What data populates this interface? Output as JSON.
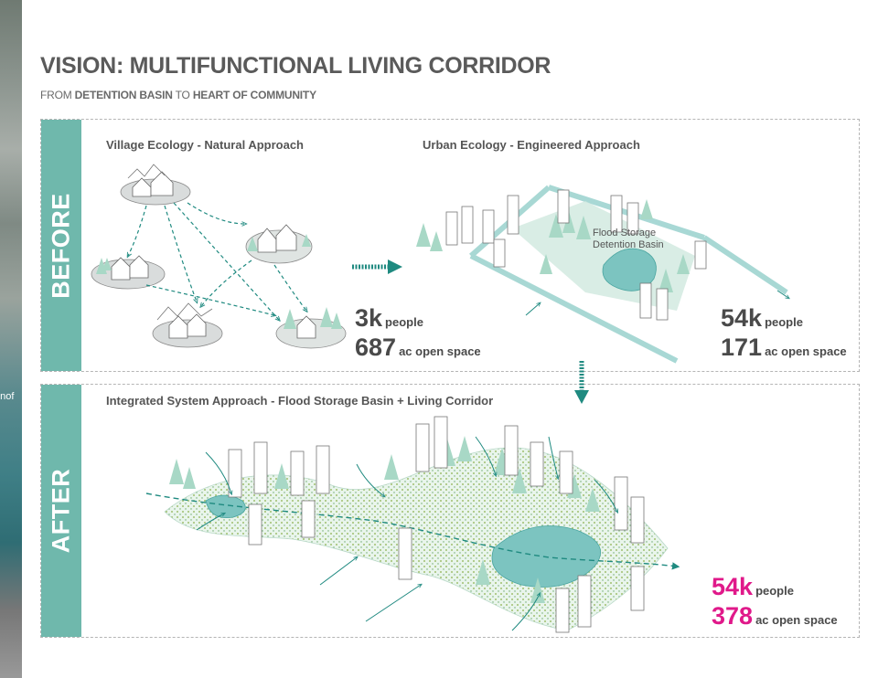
{
  "title": "VISION: MULTIFUNCTIONAL LIVING CORRIDOR",
  "subtitle": {
    "prefix": "FROM",
    "from_bold": "DETENTION BASIN",
    "middle": "TO",
    "to_bold": "HEART OF COMMUNITY"
  },
  "side_strip": {
    "text": "unof"
  },
  "before": {
    "label": "BEFORE",
    "village": {
      "caption": "Village Ecology - Natural Approach",
      "people_value": "3k",
      "people_unit": "people",
      "open_value": "687",
      "open_unit": "ac open space"
    },
    "urban": {
      "caption": "Urban Ecology - Engineered Approach",
      "basin_label_1": "Flood Storage",
      "basin_label_2": "Detention Basin",
      "people_value": "54k",
      "people_unit": "people",
      "open_value": "171",
      "open_unit": "ac open space"
    }
  },
  "after": {
    "label": "AFTER",
    "caption": "Integrated System Approach - Flood Storage Basin + Living Corridor",
    "people_value": "54k",
    "people_unit": "people",
    "open_value": "378",
    "open_unit": "ac open space"
  },
  "colors": {
    "teal": "#6fb8ac",
    "dark_teal": "#1f8a80",
    "magenta": "#e0198a",
    "water": "#7cc4c0",
    "tree": "#a8d8c6"
  }
}
